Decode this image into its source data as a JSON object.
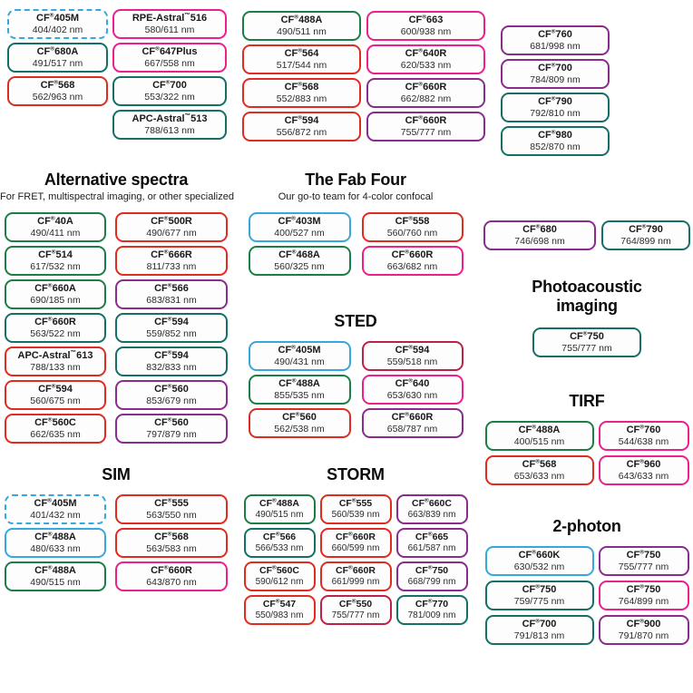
{
  "colors": {
    "blue": "#35a8e0",
    "green": "#1b7e44",
    "teal": "#156f67",
    "red": "#e02b20",
    "pink": "#eb1f8f",
    "crimson": "#be2148",
    "purple": "#8a2b8d"
  },
  "sections": {
    "top_a": {
      "pills": [
        {
          "name": "CF®405M",
          "sub": "404/402 nm",
          "color": "blue",
          "dashed": true
        },
        {
          "name": "CF®680A",
          "sub": "491/517 nm",
          "color": "teal"
        },
        {
          "name": "CF®568",
          "sub": "562/963 nm",
          "color": "red"
        }
      ]
    },
    "top_b": {
      "pills": [
        {
          "name": "RPE-Astral™516",
          "sub": "580/611 nm",
          "color": "pink"
        },
        {
          "name": "CF®647Plus",
          "sub": "667/558 nm",
          "color": "pink"
        },
        {
          "name": "CF®700",
          "sub": "553/322 nm",
          "color": "teal"
        },
        {
          "name": "APC-Astral™513",
          "sub": "788/613 nm",
          "color": "teal"
        }
      ]
    },
    "top_c": {
      "pills": [
        {
          "name": "CF®488A",
          "sub": "490/511 nm",
          "color": "green"
        },
        {
          "name": "CF®564",
          "sub": "517/544 nm",
          "color": "red"
        },
        {
          "name": "CF®568",
          "sub": "552/883 nm",
          "color": "red"
        },
        {
          "name": "CF®594",
          "sub": "556/872 nm",
          "color": "red"
        }
      ]
    },
    "top_d": {
      "pills": [
        {
          "name": "CF®663",
          "sub": "600/938 nm",
          "color": "pink"
        },
        {
          "name": "CF®640R",
          "sub": "620/533 nm",
          "color": "pink"
        },
        {
          "name": "CF®660R",
          "sub": "662/882 nm",
          "color": "purple"
        },
        {
          "name": "CF®660R",
          "sub": "755/777 nm",
          "color": "purple"
        }
      ]
    },
    "top_e": {
      "pills": [
        {
          "name": "CF®760",
          "sub": "681/998 nm",
          "color": "purple"
        },
        {
          "name": "CF®700",
          "sub": "784/809 nm",
          "color": "purple"
        },
        {
          "name": "CF®790",
          "sub": "792/810 nm",
          "color": "teal"
        },
        {
          "name": "CF®980",
          "sub": "852/870 nm",
          "color": "teal"
        }
      ]
    },
    "alternative_spectra": {
      "title": "Alternative spectra",
      "subtitle": "For FRET, multispectral imaging, or other specialized",
      "pills": [
        {
          "name": "CF®40A",
          "sub": "490/411 nm",
          "color": "green"
        },
        {
          "name": "CF®500R",
          "sub": "490/677 nm",
          "color": "red"
        },
        {
          "name": "CF®514",
          "sub": "617/532 nm",
          "color": "green"
        },
        {
          "name": "CF®666R",
          "sub": "811/733 nm",
          "color": "red"
        },
        {
          "name": "CF®660A",
          "sub": "690/185 nm",
          "color": "green"
        },
        {
          "name": "CF®566",
          "sub": "683/831 nm",
          "color": "purple"
        },
        {
          "name": "CF®660R",
          "sub": "563/522 nm",
          "color": "teal"
        },
        {
          "name": "CF®594",
          "sub": "559/852 nm",
          "color": "teal"
        },
        {
          "name": "APC-Astral™613",
          "sub": "788/133 nm",
          "color": "red"
        },
        {
          "name": "CF®594",
          "sub": "832/833 nm",
          "color": "teal"
        },
        {
          "name": "CF®594",
          "sub": "560/675 nm",
          "color": "red"
        },
        {
          "name": "CF®560",
          "sub": "853/679 nm",
          "color": "purple"
        },
        {
          "name": "CF®560C",
          "sub": "662/635 nm",
          "color": "red"
        },
        {
          "name": "CF®560",
          "sub": "797/879 nm",
          "color": "purple"
        }
      ]
    },
    "fab_four": {
      "title": "The Fab Four",
      "subtitle": "Our go-to team for 4-color confocal",
      "pills": [
        {
          "name": "CF®403M",
          "sub": "400/527 nm",
          "color": "blue"
        },
        {
          "name": "CF®558",
          "sub": "560/760 nm",
          "color": "red"
        },
        {
          "name": "CF®468A",
          "sub": "560/325 nm",
          "color": "green"
        },
        {
          "name": "CF®660R",
          "sub": "663/682 nm",
          "color": "pink"
        }
      ]
    },
    "sted": {
      "title": "STED",
      "pills": [
        {
          "name": "CF®405M",
          "sub": "490/431 nm",
          "color": "blue"
        },
        {
          "name": "CF®594",
          "sub": "559/518 nm",
          "color": "crimson"
        },
        {
          "name": "CF®488A",
          "sub": "855/535 nm",
          "color": "green"
        },
        {
          "name": "CF®640",
          "sub": "653/630 nm",
          "color": "pink"
        },
        {
          "name": "CF®560",
          "sub": "562/538 nm",
          "color": "red"
        },
        {
          "name": "CF®660R",
          "sub": "658/787 nm",
          "color": "purple"
        }
      ]
    },
    "sim": {
      "title": "SIM",
      "pills": [
        {
          "name": "CF®405M",
          "sub": "401/432 nm",
          "color": "blue",
          "dashed": true
        },
        {
          "name": "CF®555",
          "sub": "563/550 nm",
          "color": "red"
        },
        {
          "name": "CF®488A",
          "sub": "480/633 nm",
          "color": "blue"
        },
        {
          "name": "CF®568",
          "sub": "563/583 nm",
          "color": "red"
        },
        {
          "name": "CF®488A",
          "sub": "490/515 nm",
          "color": "green"
        },
        {
          "name": "CF®660R",
          "sub": "643/870 nm",
          "color": "pink"
        }
      ]
    },
    "storm": {
      "title": "STORM",
      "pills": [
        {
          "name": "CF®488A",
          "sub": "490/515 nm",
          "color": "green"
        },
        {
          "name": "CF®555",
          "sub": "560/539 nm",
          "color": "red"
        },
        {
          "name": "CF®660C",
          "sub": "663/839 nm",
          "color": "purple"
        },
        {
          "name": "CF®566",
          "sub": "566/533 nm",
          "color": "teal"
        },
        {
          "name": "CF®660R",
          "sub": "660/599 nm",
          "color": "red"
        },
        {
          "name": "CF®665",
          "sub": "661/587 nm",
          "color": "purple"
        },
        {
          "name": "CF®560C",
          "sub": "590/612 nm",
          "color": "red"
        },
        {
          "name": "CF®660R",
          "sub": "661/999 nm",
          "color": "red"
        },
        {
          "name": "CF®750",
          "sub": "668/799 nm",
          "color": "purple"
        },
        {
          "name": "CF®547",
          "sub": "550/983 nm",
          "color": "red"
        },
        {
          "name": "CF®550",
          "sub": "755/777 nm",
          "color": "crimson"
        },
        {
          "name": "CF®770",
          "sub": "781/009 nm",
          "color": "teal"
        }
      ]
    },
    "nir_pair": {
      "pills": [
        {
          "name": "CF®680",
          "sub": "746/698 nm",
          "color": "purple"
        },
        {
          "name": "CF®790",
          "sub": "764/899 nm",
          "color": "teal"
        }
      ]
    },
    "photoacoustic": {
      "title": "Photoacoustic imaging",
      "pills": [
        {
          "name": "CF®750",
          "sub": "755/777 nm",
          "color": "teal"
        }
      ]
    },
    "tirf": {
      "title": "TIRF",
      "pills": [
        {
          "name": "CF®488A",
          "sub": "400/515 nm",
          "color": "green"
        },
        {
          "name": "CF®760",
          "sub": "544/638 nm",
          "color": "pink"
        },
        {
          "name": "CF®568",
          "sub": "653/633 nm",
          "color": "red"
        },
        {
          "name": "CF®960",
          "sub": "643/633 nm",
          "color": "pink"
        }
      ]
    },
    "two_photon": {
      "title": "2-photon",
      "pills": [
        {
          "name": "CF®660K",
          "sub": "630/532 nm",
          "color": "blue"
        },
        {
          "name": "CF®750",
          "sub": "755/777 nm",
          "color": "purple"
        },
        {
          "name": "CF®750",
          "sub": "759/775 nm",
          "color": "teal"
        },
        {
          "name": "CF®750",
          "sub": "764/899 nm",
          "color": "pink"
        },
        {
          "name": "CF®700",
          "sub": "791/813 nm",
          "color": "teal"
        },
        {
          "name": "CF®900",
          "sub": "791/870 nm",
          "color": "purple"
        }
      ]
    }
  }
}
